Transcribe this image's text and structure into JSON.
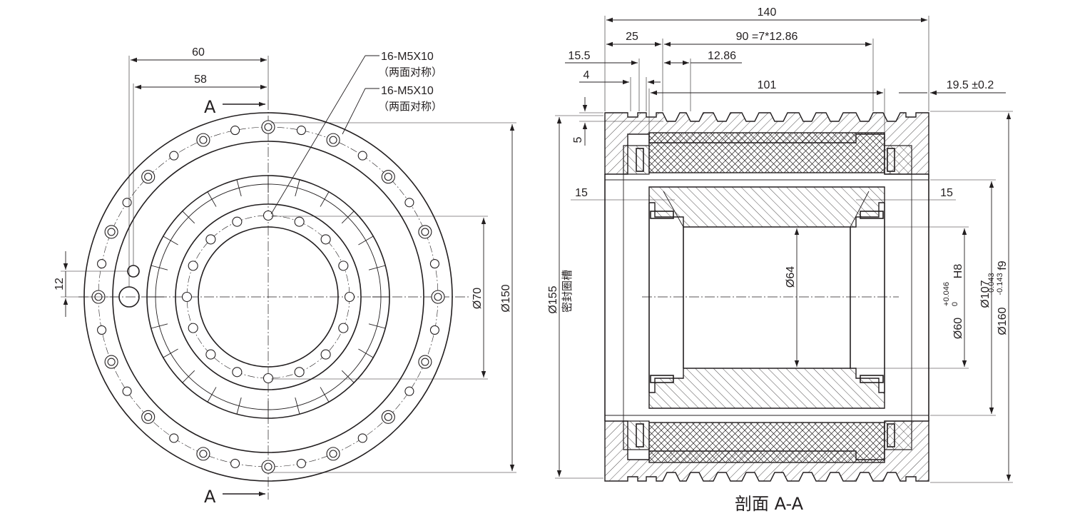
{
  "colors": {
    "ink": "#231f20",
    "background": "#ffffff"
  },
  "front_view": {
    "dim_60": "60",
    "dim_58": "58",
    "dim_12": "12",
    "dim_phi70": "Ø70",
    "dim_phi150": "Ø150",
    "callout_1": "16-M5X10",
    "callout_1_note": "（两面对称）",
    "callout_2": "16-M5X10",
    "callout_2_note": "（两面对称）",
    "section_mark_top": "A",
    "section_mark_bottom": "A"
  },
  "section_view": {
    "dim_140": "140",
    "dim_25": "25",
    "dim_90": "90 =7*12.86",
    "dim_15_5": "15.5",
    "dim_12_86": "12.86",
    "dim_4": "4",
    "dim_101": "101",
    "dim_19_5": "19.5 ±0.2",
    "dim_5": "5",
    "dim_15_left": "15",
    "dim_15_right": "15",
    "dim_phi64": "Ø64",
    "dim_phi155": "Ø155",
    "dim_phi155_note": "密封圈槽",
    "dim_phi60": "Ø60",
    "dim_phi60_tol_upper": "+0.046",
    "dim_phi60_tol_lower": "0",
    "dim_phi60_fit": "H8",
    "dim_phi107": "Ø107",
    "dim_phi160": "Ø160",
    "dim_phi160_tol_upper": "-0.043",
    "dim_phi160_tol_lower": "-0.143",
    "dim_phi160_fit": "f9",
    "title": "剖面 A-A"
  }
}
